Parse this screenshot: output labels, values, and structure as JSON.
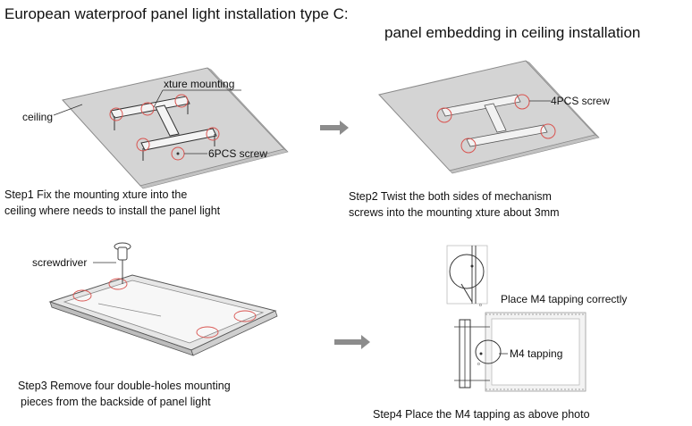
{
  "header": {
    "title": "European waterproof panel light installation type C:",
    "subtitle": "panel embedding in ceiling installation"
  },
  "step1": {
    "label_ceiling": "ceiling",
    "label_fixture": "xture mounting",
    "label_screws": "6PCS screw",
    "line1": "Step1   Fix the mounting xture into the",
    "line2": "ceiling where needs to install the panel light"
  },
  "step2": {
    "label_screws": "4PCS screw",
    "line1": "Step2    Twist the both sides of mechanism",
    "line2": "screws into the mounting xture about 3mm"
  },
  "step3": {
    "label_tool": "screwdriver",
    "line1": "Step3   Remove four double-holes mounting",
    "line2": "pieces from the backside of panel light"
  },
  "step4": {
    "label_correct": "Place M4 tapping correctly",
    "label_tapping": "M4 tapping",
    "line1": "Step4    Place the M4 tapping as above photo"
  },
  "colors": {
    "panel_fill": "#d4d4d4",
    "panel_edge": "#8a8a8a",
    "highlight_circle": "#d9534f",
    "arrow": "#8c8c8c"
  }
}
